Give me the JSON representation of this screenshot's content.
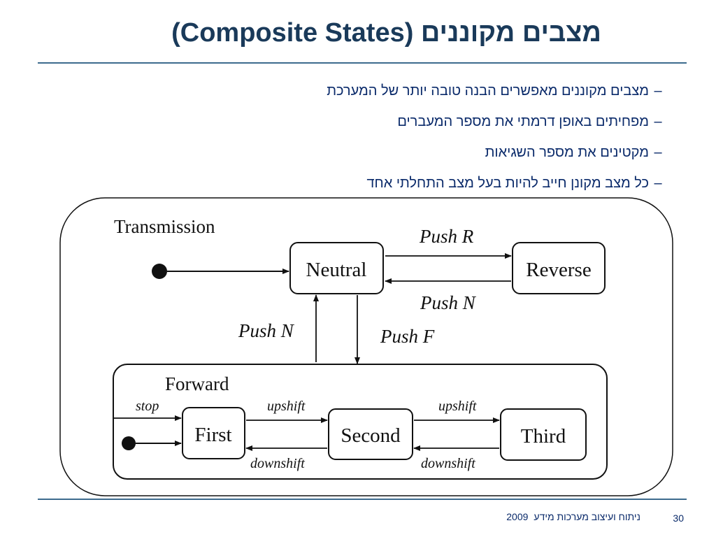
{
  "slide": {
    "title": "מצבים מקוננים (Composite States)",
    "bullets": [
      "מצבים מקוננים מאפשרים הבנה טובה יותר של המערכת",
      "מפחיתים באופן דרמתי את מספר המעברים",
      "מקטינים את מספר השגיאות",
      "כל מצב מקונן חייב להיות בעל מצב התחלתי אחד"
    ],
    "bullet_marker": "–",
    "footer": {
      "course": "ניתוח ועיצוב מערכות מידע",
      "year": "2009",
      "page": "30"
    }
  },
  "diagram": {
    "outer_state": "Transmission",
    "composite_state": "Forward",
    "states": {
      "neutral": "Neutral",
      "reverse": "Reverse",
      "first": "First",
      "second": "Second",
      "third": "Third"
    },
    "transitions": {
      "push_r": "Push R",
      "push_n_reverse": "Push N",
      "push_n_forward": "Push N",
      "push_f": "Push F",
      "stop": "stop",
      "upshift_1": "upshift",
      "upshift_2": "upshift",
      "downshift_1": "downshift",
      "downshift_2": "downshift"
    }
  }
}
